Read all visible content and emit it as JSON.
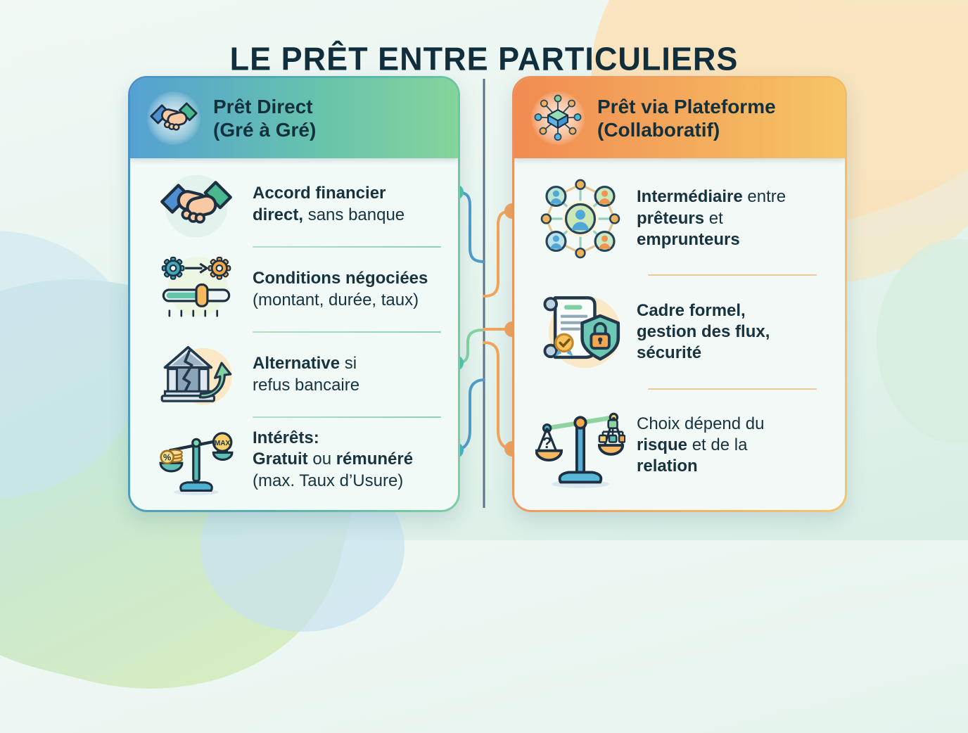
{
  "title": "LE PRÊT ENTRE PARTICULIERS",
  "colors": {
    "left_header_start": "#55a0d2",
    "left_header_end": "#85d49c",
    "right_header_start": "#f18b51",
    "right_header_end": "#f6c566",
    "connector_teal": "#54c3b2",
    "connector_blue": "#4f9cc9",
    "connector_green": "#82d2a4",
    "connector_orange": "#f2a35c",
    "center_line": "#5d7385",
    "text": "#16323e"
  },
  "cards": [
    {
      "id": "direct",
      "header": {
        "icon": "handshake-icon",
        "line1": "Prêt Direct",
        "line2": "(Gré à Gré)"
      },
      "rows": [
        {
          "icon": "handshake-deal-icon",
          "lines": [
            [
              {
                "t": "Accord financier",
                "b": true
              }
            ],
            [
              {
                "t": "direct,",
                "b": true
              },
              {
                "t": " sans banque",
                "b": false
              }
            ]
          ]
        },
        {
          "icon": "negotiation-slider-icon",
          "lines": [
            [
              {
                "t": "Conditions négociées",
                "b": true
              }
            ],
            [
              {
                "t": "(montant, durée, taux)",
                "b": false
              }
            ]
          ]
        },
        {
          "icon": "bank-refusal-icon",
          "lines": [
            [
              {
                "t": "Alternative",
                "b": true
              },
              {
                "t": " si",
                "b": false
              }
            ],
            [
              {
                "t": "refus bancaire",
                "b": false
              }
            ]
          ]
        },
        {
          "icon": "interest-scale-icon",
          "lines": [
            [
              {
                "t": "Intérêts:",
                "b": true
              }
            ],
            [
              {
                "t": "Gratuit",
                "b": true
              },
              {
                "t": " ou ",
                "b": false
              },
              {
                "t": "rémunéré",
                "b": true
              }
            ],
            [
              {
                "t": "(max. Taux d’Usure)",
                "b": false
              }
            ]
          ]
        }
      ]
    },
    {
      "id": "platform",
      "header": {
        "icon": "network-hub-icon",
        "line1": "Prêt via Plateforme",
        "line2": "(Collaboratif)"
      },
      "rows": [
        {
          "icon": "people-network-icon",
          "lines": [
            [
              {
                "t": "Intermédiaire",
                "b": true
              },
              {
                "t": " entre",
                "b": false
              }
            ],
            [
              {
                "t": "prêteurs",
                "b": true
              },
              {
                "t": " et",
                "b": false
              }
            ],
            [
              {
                "t": "emprunteurs",
                "b": true
              }
            ]
          ]
        },
        {
          "icon": "contract-security-icon",
          "lines": [
            [
              {
                "t": "Cadre formel,",
                "b": true
              }
            ],
            [
              {
                "t": "gestion des flux,",
                "b": true
              }
            ],
            [
              {
                "t": "sécurité",
                "b": true
              }
            ]
          ]
        },
        {
          "icon": "choice-balance-icon",
          "lines": [
            [
              {
                "t": "Choix dépend du",
                "b": false
              }
            ],
            [
              {
                "t": "risque",
                "b": true
              },
              {
                "t": " et de la",
                "b": false
              }
            ],
            [
              {
                "t": "relation",
                "b": true
              }
            ]
          ]
        }
      ]
    }
  ]
}
